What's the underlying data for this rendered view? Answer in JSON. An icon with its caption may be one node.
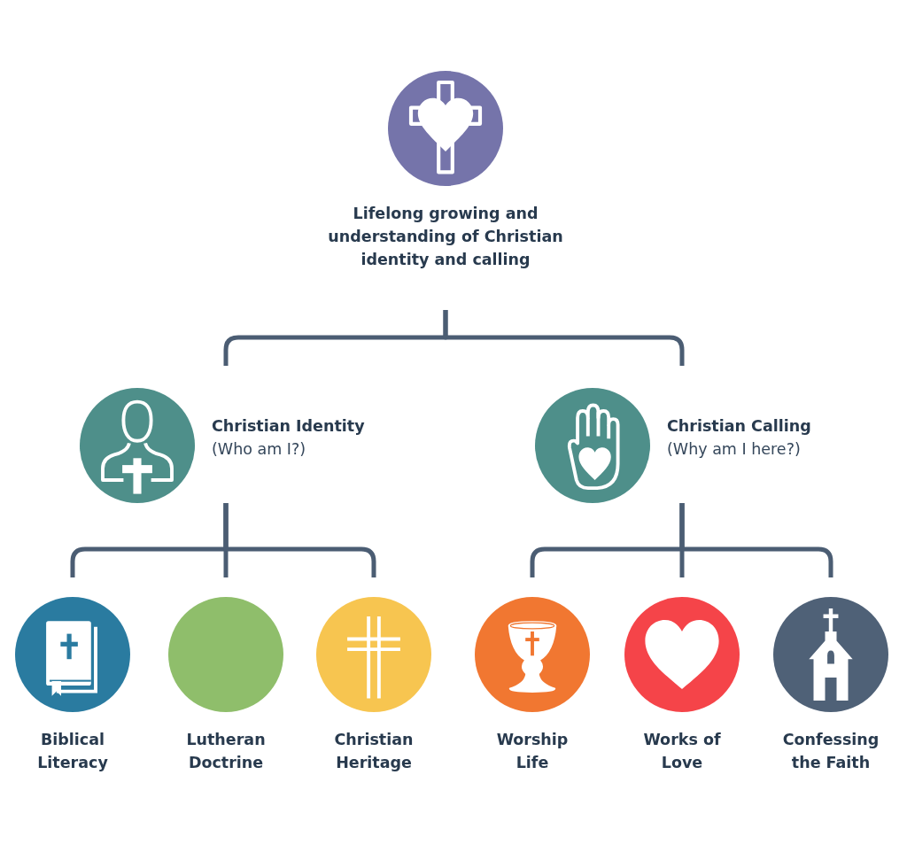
{
  "diagram": {
    "nodes": [
      {
        "text": [
          "Lifelong growing and understanding of Christian identity and calling"
        ]
      },
      {
        "text": [
          "Christian Identity",
          "(Who am I?)"
        ]
      },
      {
        "text": [
          "Christian Calling",
          "(Why am I here?)"
        ]
      },
      {
        "text": [
          "Biblical Literacy"
        ]
      },
      {
        "text": [
          "Lutheran Doctrine"
        ]
      },
      {
        "text": [
          "Christian Heritage"
        ]
      },
      {
        "text": [
          "Worship Life"
        ]
      },
      {
        "text": [
          "Works of Love"
        ]
      },
      {
        "text": [
          "Confessing the Faith"
        ]
      }
    ],
    "edges": [
      {
        "from": 0,
        "to": 1,
        "arrow": "none"
      },
      {
        "from": 0,
        "to": 2,
        "arrow": "none"
      },
      {
        "from": 1,
        "to": 3,
        "arrow": "none"
      },
      {
        "from": 1,
        "to": 4,
        "arrow": "none"
      },
      {
        "from": 1,
        "to": 5,
        "arrow": "none"
      },
      {
        "from": 2,
        "to": 6,
        "arrow": "none"
      },
      {
        "from": 2,
        "to": 7,
        "arrow": "none"
      },
      {
        "from": 2,
        "to": 8,
        "arrow": "none"
      }
    ]
  }
}
